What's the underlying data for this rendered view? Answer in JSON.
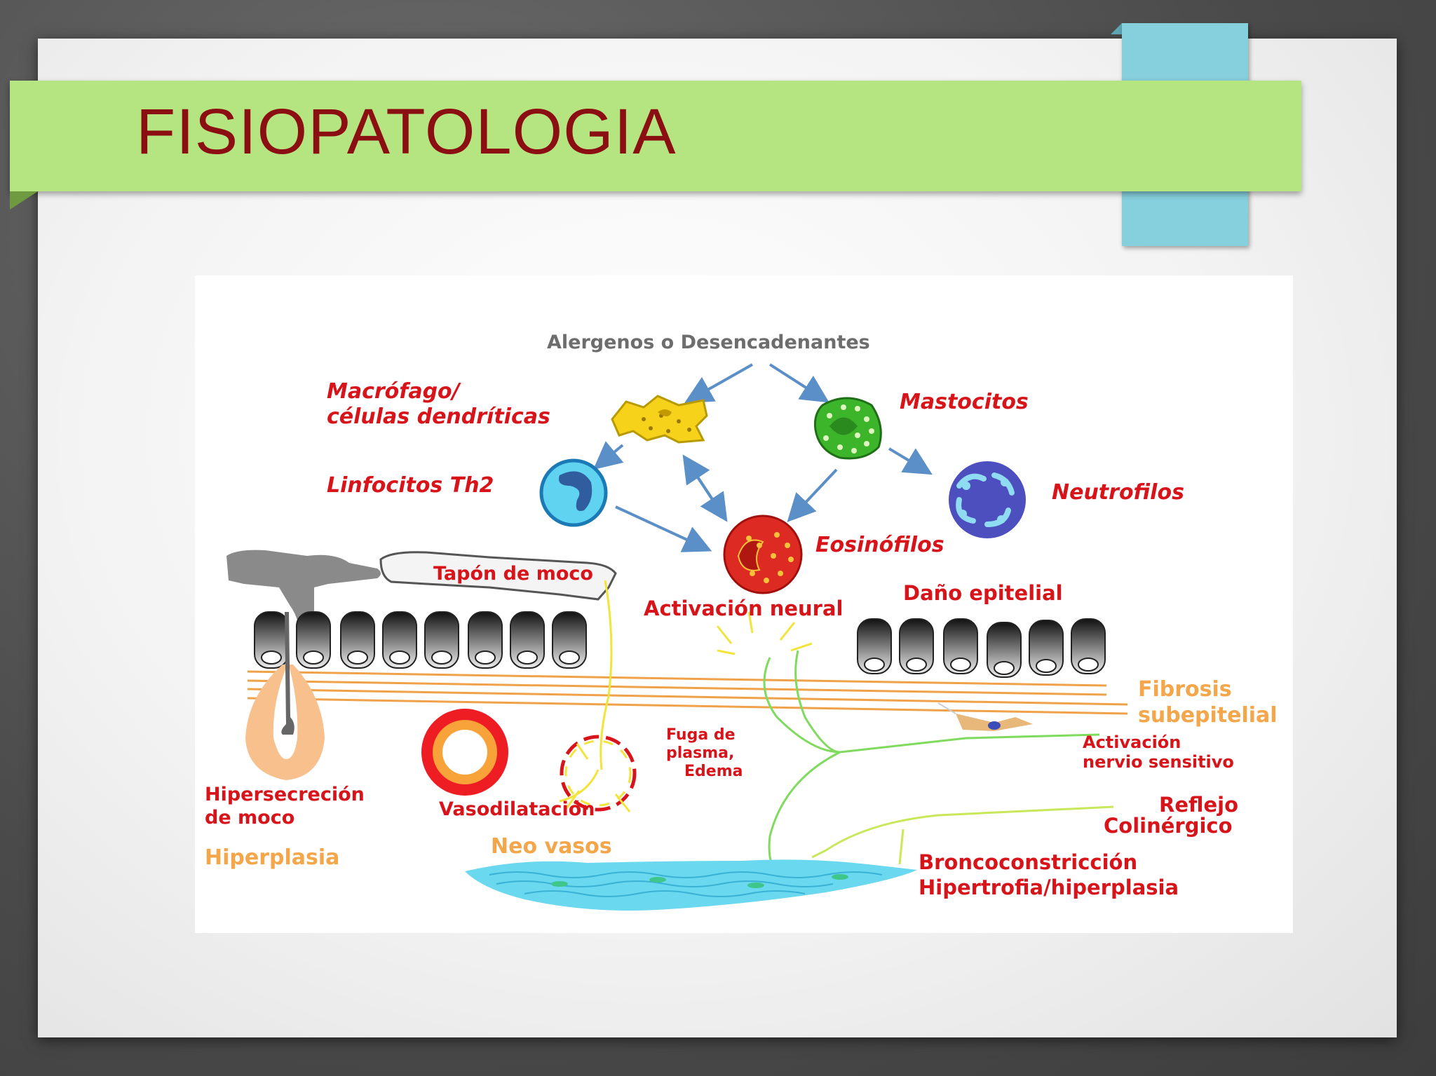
{
  "slide": {
    "title": "FISIOPATOLOGIA"
  },
  "diagram": {
    "trigger": "Alergenos o Desencadenantes",
    "cells": {
      "macrophage_line1": "Macrófago/",
      "macrophage_line2": "células dendríticas",
      "mast": "Mastocitos",
      "th2": "Linfocitos Th2",
      "neutrophils": "Neutrofilos",
      "eosinophils": "Eosinófilos"
    },
    "labels": {
      "mucus_plug": "Tapón de moco",
      "neural_activation": "Activación neural",
      "epithelial_damage": "Daño epitelial",
      "fibrosis_1": "Fibrosis",
      "fibrosis_2": "subepitelial",
      "sensory_1": "Activación",
      "sensory_2": "nervio sensitivo",
      "leak_1": "Fuga de",
      "leak_2": "plasma,",
      "leak_3": "Edema",
      "hypersecretion_1": "Hipersecreción",
      "hypersecretion_2": "de moco",
      "hyperplasia": "Hiperplasia",
      "vasodilation": "Vasodilatación",
      "neovessels": "Neo vasos",
      "reflex_1": "Reflejo",
      "reflex_2": "Colinérgico",
      "bronchoconstriction": "Broncoconstricción",
      "hypertrophy": "Hipertrofia/hiperplasia"
    },
    "colors": {
      "title_bar": "#b5e581",
      "accent_tab": "#86cfdc",
      "title_text": "#8b0f12",
      "label_red": "#d8141b",
      "label_orange": "#f3a64a",
      "arrow_blue": "#5b8fc7"
    }
  }
}
